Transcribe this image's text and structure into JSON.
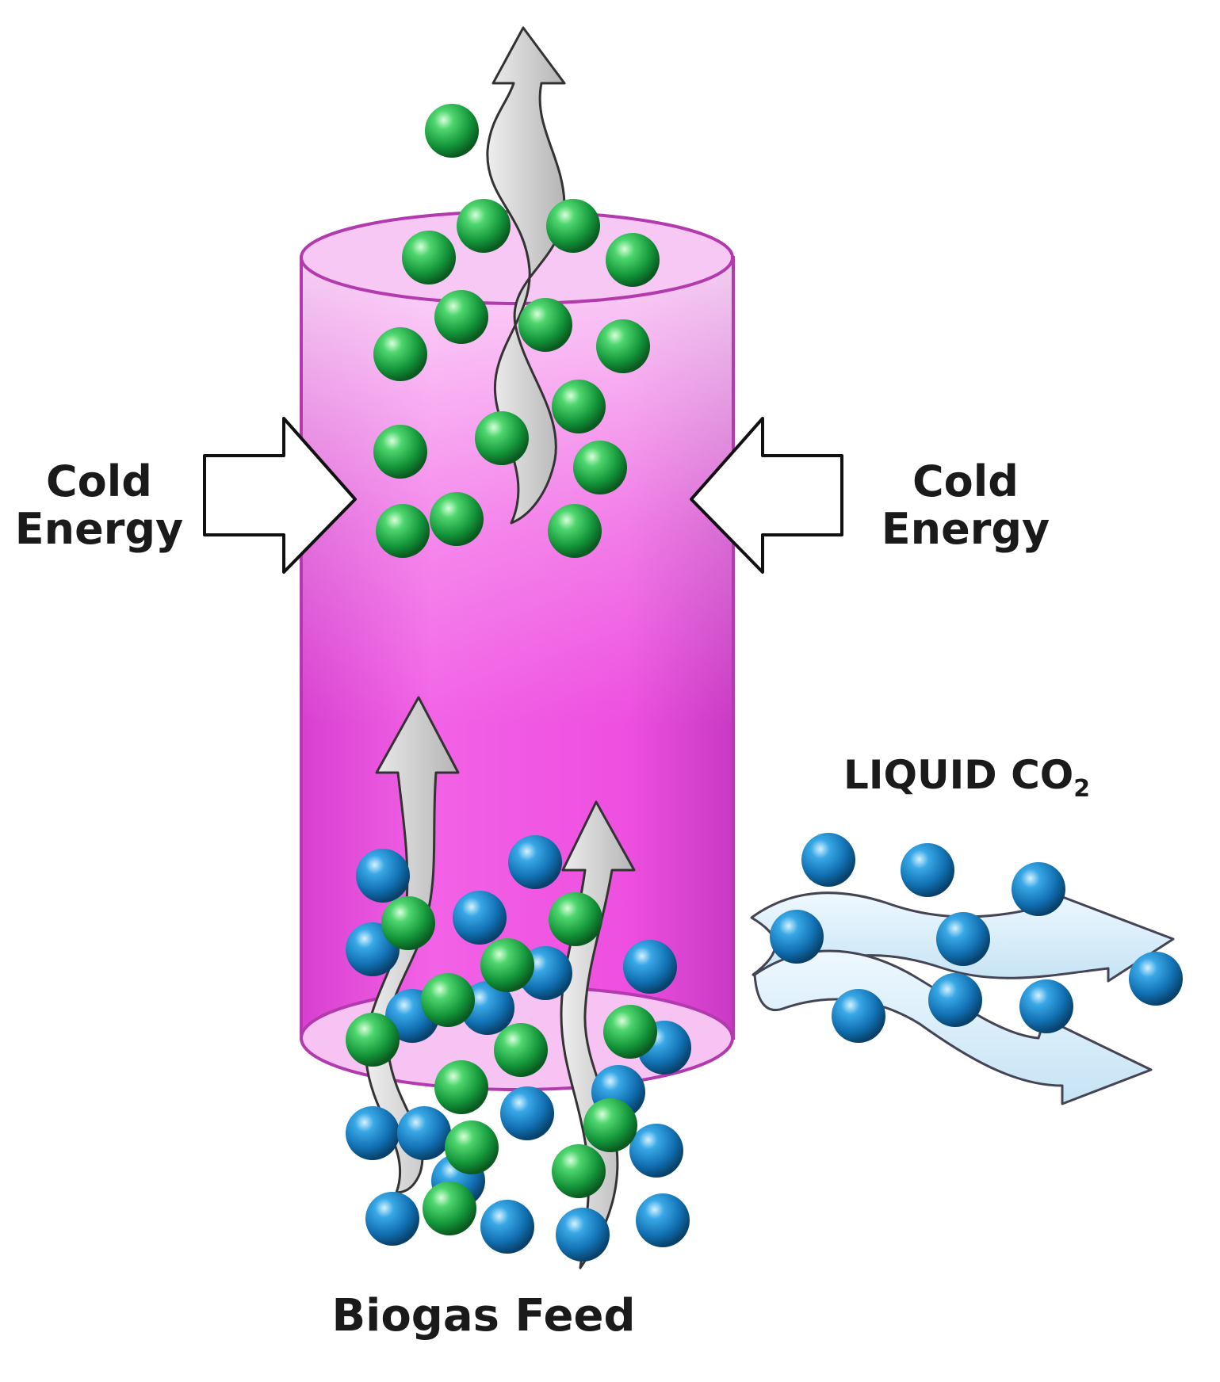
{
  "labels": {
    "cold_energy_left": [
      "Cold",
      "Energy"
    ],
    "cold_energy_right": [
      "Cold",
      "Energy"
    ],
    "liquid_co2": "LIQUID CO",
    "liquid_co2_subscript": "2",
    "biogas_feed": "Biogas Feed"
  },
  "colors": {
    "cylinder_fill": "#ee4fe0",
    "cylinder_cap": "#f6b6f2",
    "green_molecule": "#22b14c",
    "blue_molecule": "#1c8fd0",
    "gas_flow_arrow": "#c9c9c9",
    "co2_flow_arrow": "#d4ecf8"
  }
}
